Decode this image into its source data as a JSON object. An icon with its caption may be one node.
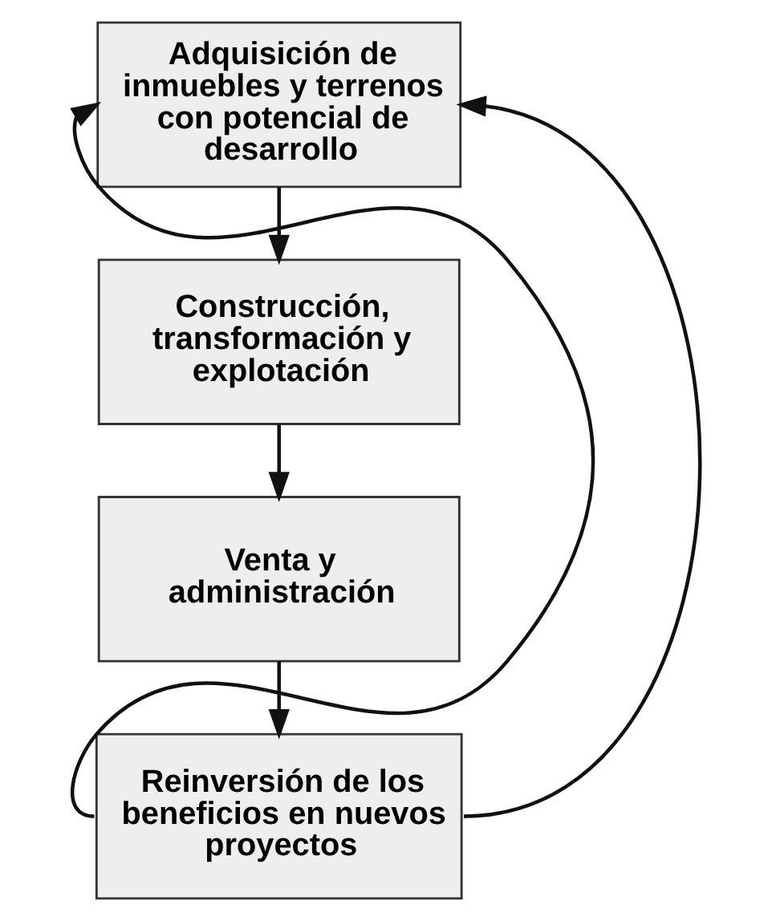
{
  "diagram": {
    "nodes": [
      {
        "text": [
          "Adquisición de inmuebles y terrenos con potencial de desarrollo"
        ]
      },
      {
        "text": [
          "Construcción, transformación y explotación"
        ]
      },
      {
        "text": [
          "Venta y administración"
        ]
      },
      {
        "text": [
          "Reinversión de los beneficios en nuevos proyectos"
        ]
      }
    ],
    "edges": [
      {
        "from": 0,
        "to": 1,
        "arrow": "to"
      },
      {
        "from": 1,
        "to": 2,
        "arrow": "to"
      },
      {
        "from": 2,
        "to": 3,
        "arrow": "to"
      },
      {
        "from": 3,
        "to": 0,
        "arrow": "to"
      },
      {
        "from": 3,
        "to": 0,
        "arrow": "to"
      }
    ]
  }
}
